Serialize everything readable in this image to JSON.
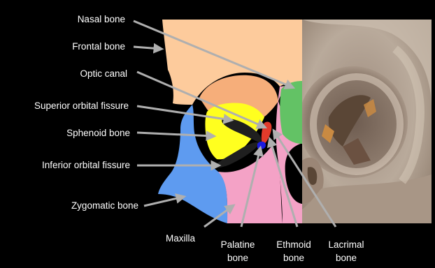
{
  "labels": {
    "nasal_bone": "Nasal bone",
    "frontal_bone": "Frontal bone",
    "optic_canal": "Optic canal",
    "superior_orbital_fissure": "Superior orbital fissure",
    "sphenoid_bone": "Sphenoid bone",
    "inferior_orbital_fissure": "Inferior orbital fissure",
    "zygomatic_bone": "Zygomatic bone",
    "maxilla": "Maxilla",
    "palatine_bone": [
      "Palatine",
      "bone"
    ],
    "ethmoid_bone": [
      "Ethmoid",
      "bone"
    ],
    "lacrimal_bone": [
      "Lacrimal",
      "bone"
    ]
  },
  "colors": {
    "background": "#000000",
    "frontal_bone": "#FDCB9C",
    "frontal_overlay": "#F6AE7A",
    "zygomatic_bone": "#5E9BF0",
    "maxilla": "#F4A2C6",
    "sphenoid_bone": "#FFFF1F",
    "nasal_bone": "#63C265",
    "fissure": "#1F1F1F",
    "optic_canal": "#E23B2B",
    "palatine_bone": "#1A1AE0",
    "arrow": "#AFAFAF",
    "label_text": "#FFFFFF",
    "ct_photo": "#B8A898"
  }
}
